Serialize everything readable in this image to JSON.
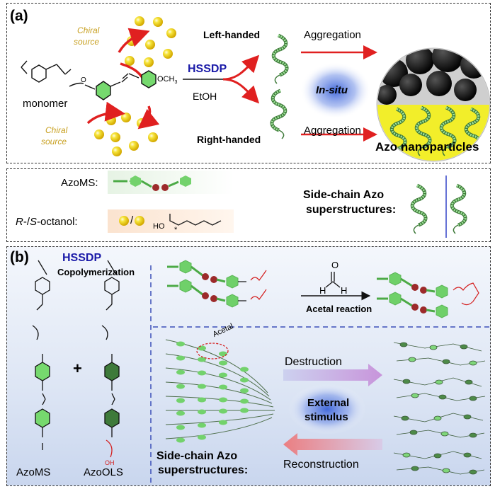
{
  "panel_a": {
    "label": "(a)",
    "chiral_source_top": [
      "Chiral",
      "source"
    ],
    "chiral_source_bottom": [
      "Chiral",
      "source"
    ],
    "monomer": "monomer",
    "och3": "OCH",
    "och3_sub": "3",
    "o_left": "O",
    "hssdp": "HSSDP",
    "etoh": "EtOH",
    "left_handed": "Left-handed",
    "right_handed": "Right-handed",
    "aggregation_top": "Aggregation",
    "aggregation_bottom": "Aggregation",
    "in_situ": "In-situ",
    "azo_nanoparticles": "Azo nanoparticles"
  },
  "legend_box": {
    "azoms": "AzoMS:",
    "octanol_r": "R",
    "octanol_mid": "-/",
    "octanol_s": "S",
    "octanol_rest": "-octanol:",
    "slash": "/",
    "ho": "HO",
    "star": "*",
    "side_chain_line1": "Side-chain Azo",
    "side_chain_line2": "superstructures:"
  },
  "panel_b": {
    "label": "(b)",
    "hssdp": "HSSDP",
    "copolymerization": "Copolymerization",
    "plus": "+",
    "azoms": "AzoMS",
    "azools": "AzoOLS",
    "oh": "OH",
    "h_left": "H",
    "h_right": "H",
    "o_top": "O",
    "acetal_reaction": "Acetal reaction",
    "acetal": "Acetal",
    "destruction": "Destruction",
    "external": "External",
    "stimulus": "stimulus",
    "reconstruction": "Reconstruction",
    "side_chain_line1": "Side-chain Azo",
    "side_chain_line2": "superstructures:"
  },
  "colors": {
    "hssdp_blue": "#1a1aa8",
    "chiral_gold": "#c8a020",
    "arrow_red": "#e02020",
    "azo_green": "#7fd67a",
    "azo_dark": "#4a8a45",
    "nanoparticle_yellow": "#f2ee2a",
    "accent_red": "#d42020"
  }
}
